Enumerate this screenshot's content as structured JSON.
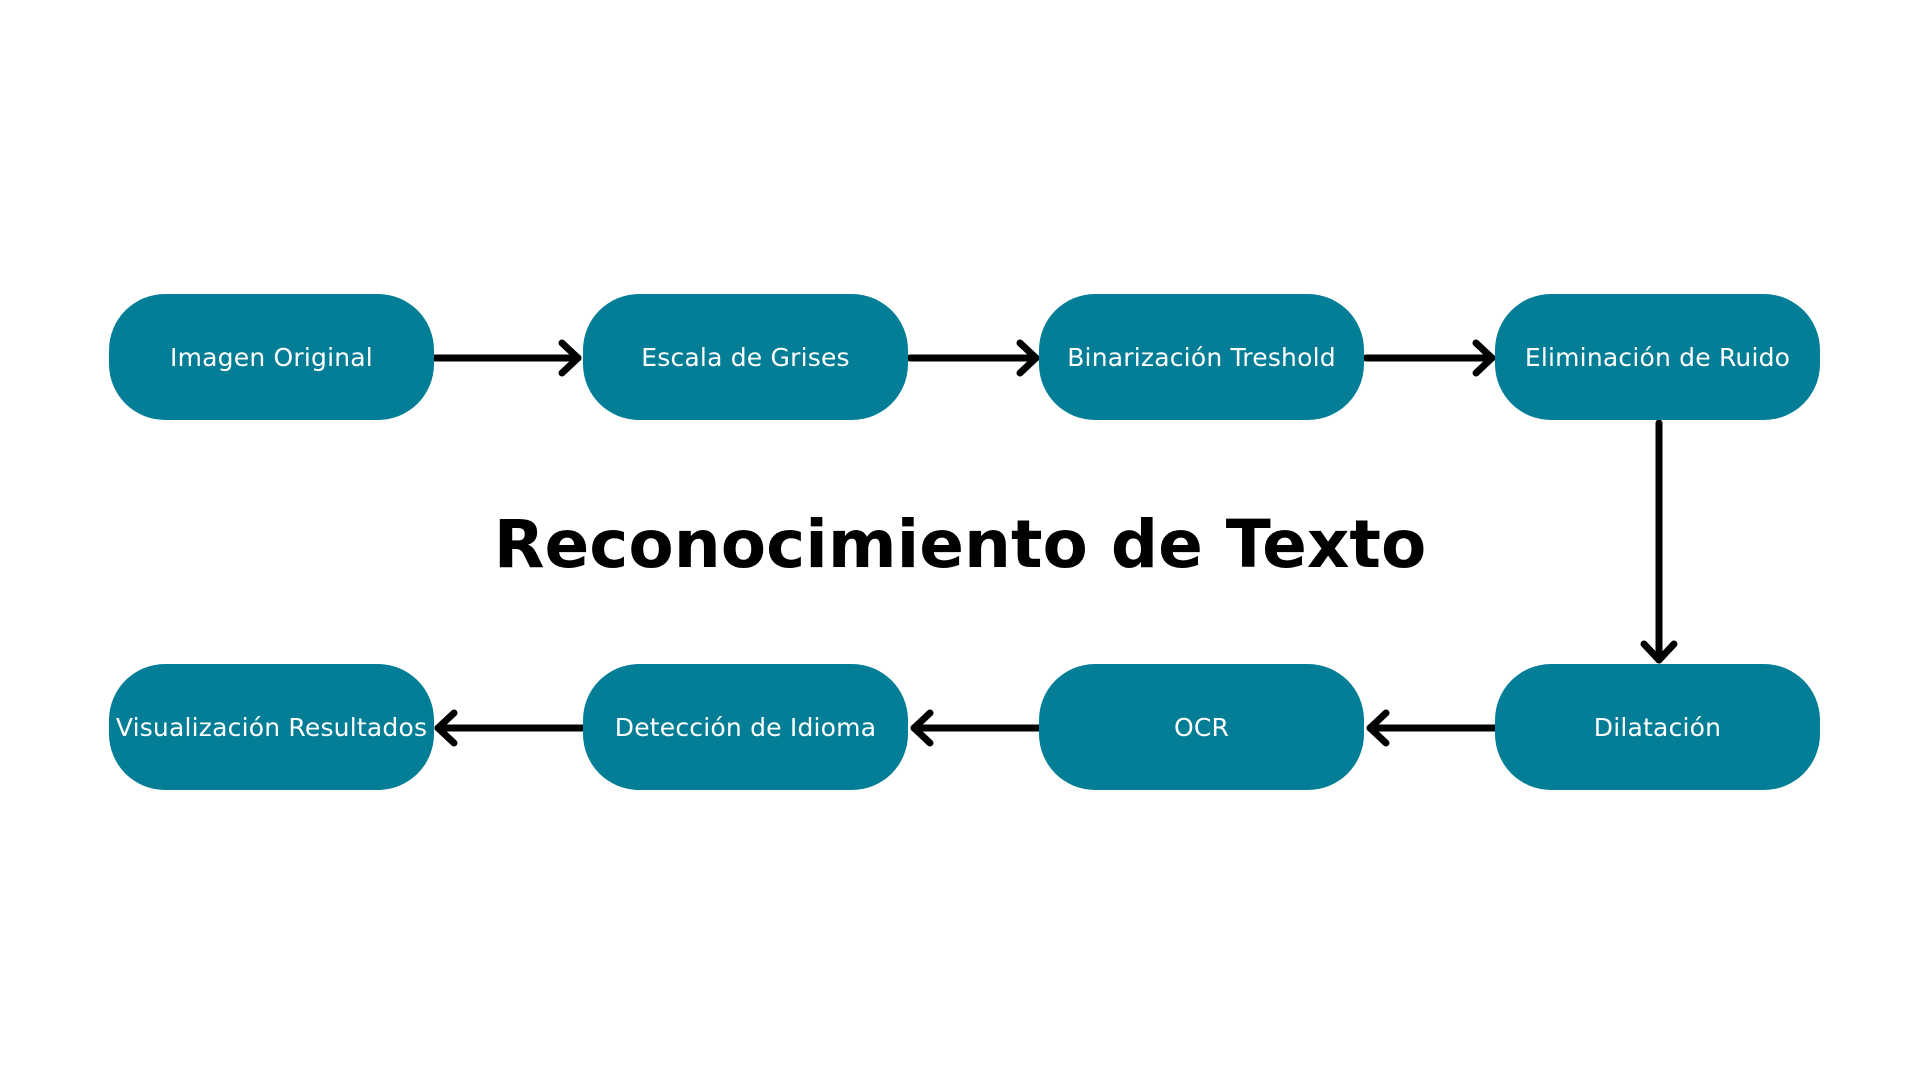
{
  "colors": {
    "node_fill": "#037e96",
    "node_text": "#ffffff",
    "arrow": "#000000",
    "title": "#000000"
  },
  "title": "Reconocimiento de Texto",
  "nodes": [
    {
      "id": "n1",
      "label": "Imagen Original"
    },
    {
      "id": "n2",
      "label": "Escala de Grises"
    },
    {
      "id": "n3",
      "label": "Binarización Treshold"
    },
    {
      "id": "n4",
      "label": "Eliminación de Ruido"
    },
    {
      "id": "n5",
      "label": "Dilatación"
    },
    {
      "id": "n6",
      "label": "OCR"
    },
    {
      "id": "n7",
      "label": "Detección de Idioma"
    },
    {
      "id": "n8",
      "label": "Visualización Resultados"
    }
  ],
  "edges": [
    {
      "from": "n1",
      "to": "n2"
    },
    {
      "from": "n2",
      "to": "n3"
    },
    {
      "from": "n3",
      "to": "n4"
    },
    {
      "from": "n4",
      "to": "n5"
    },
    {
      "from": "n5",
      "to": "n6"
    },
    {
      "from": "n6",
      "to": "n7"
    },
    {
      "from": "n7",
      "to": "n8"
    }
  ]
}
